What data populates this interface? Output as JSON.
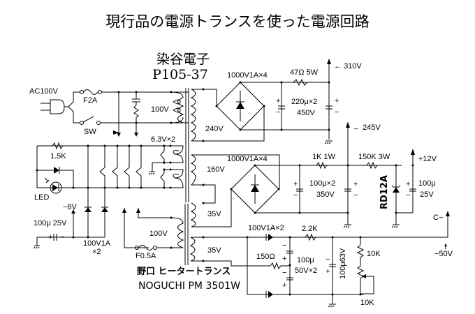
{
  "title": "現行品の電源トランスを使った電源回路",
  "main_transformer": {
    "maker": "染谷電子",
    "model": "P105-37",
    "windings": {
      "primary": "100V",
      "heater": "6.3V×2",
      "hv": "240V",
      "mid": "160V",
      "low": "35V"
    }
  },
  "heater_transformer": {
    "maker_label": "野口 ヒータートランス",
    "model_label": "NOGUCHI PM 3501W",
    "windings": {
      "primary": "100V",
      "sec1": "35V",
      "sec2": "35V"
    },
    "fuse": "F0.5A"
  },
  "input": {
    "ac_label": "AC100V",
    "fuse": "F2A",
    "switch": "SW"
  },
  "led_circuit": {
    "resistor": "1.5K",
    "led_label": "LED",
    "neg_label": "−8V",
    "cap": "100μ 25V",
    "diodes": "100V1A",
    "diodes_count": "×2",
    "plus": "+",
    "minus": "−"
  },
  "hv_supply": {
    "bridge": "1000V1A×4",
    "resistor": "47Ω 5W",
    "caps": "220μ×2",
    "cap_voltage": "450V",
    "out": "310V",
    "out2": "245V"
  },
  "mid_supply": {
    "bridge": "1000V1A×4",
    "r1": "1K 1W",
    "r2": "150K 3W",
    "caps": "100μ×2",
    "cap_voltage": "350V",
    "zener": "RD12A",
    "out_cap": "100μ",
    "out_cap_v": "25V",
    "out": "+12V"
  },
  "bias_supply": {
    "diodes": "100V1A×2",
    "r_series": "2.2K",
    "r_150": "150Ω",
    "caps": "100μ",
    "caps_v": "50V×2",
    "cap_out": "100μ63V",
    "pot_r": "10K",
    "pot": "10K",
    "out_c": "C−",
    "out_v": "−50V"
  },
  "symbols": {
    "plus": "+",
    "minus": "−",
    "arrow": "←"
  }
}
